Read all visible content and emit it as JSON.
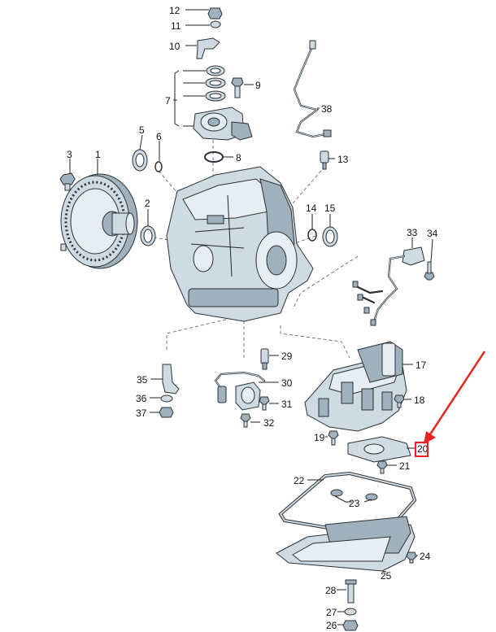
{
  "callouts": {
    "c1": "1",
    "c2": "2",
    "c3": "3",
    "c5": "5",
    "c6": "6",
    "c7": "7",
    "c8": "8",
    "c9": "9",
    "c10": "10",
    "c11": "11",
    "c12": "12",
    "c13": "13",
    "c14": "14",
    "c15": "15",
    "c17": "17",
    "c18": "18",
    "c19": "19",
    "c20": "20",
    "c21": "21",
    "c22": "22",
    "c23": "23",
    "c24": "24",
    "c25": "25",
    "c26": "26",
    "c27": "27",
    "c28": "28",
    "c29": "29",
    "c30": "30",
    "c31": "31",
    "c32": "32",
    "c33": "33",
    "c34": "34",
    "c35": "35",
    "c36": "36",
    "c37": "37",
    "c38": "38"
  },
  "highlight": {
    "target_callout": "20",
    "arrow_color": "#e8231d",
    "box_color": "#e8231d"
  }
}
